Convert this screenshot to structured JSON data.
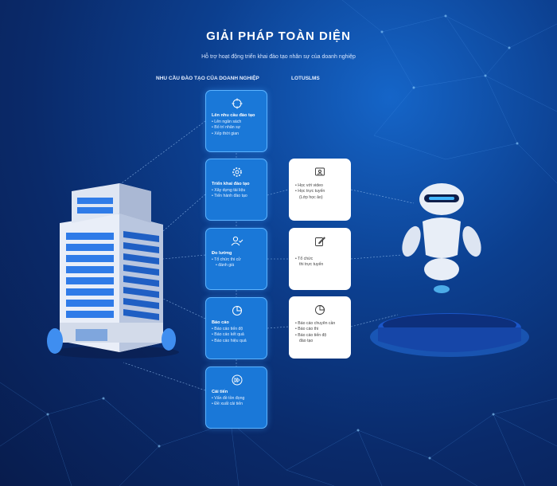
{
  "title": "GIẢI PHÁP TOÀN DIỆN",
  "subtitle": "Hỗ trợ hoạt động triển khai đào tạo nhân sự của doanh nghiệp",
  "columns": {
    "left": "NHU CẦU ĐÀO TẠO CỦA DOANH NGHIỆP",
    "right": "LOTUSLMS"
  },
  "steps": [
    {
      "icon": "target-icon",
      "title": "Lên nhu cầu đào tạo",
      "items": [
        "Lên ngân sách",
        "Bố trí nhân sự",
        "Xếp thời gian"
      ]
    },
    {
      "icon": "gear-icon",
      "title": "Triển khai đào tạo",
      "items": [
        "Xây dựng tài liệu",
        "Tiến hành đào tạo"
      ]
    },
    {
      "icon": "user-check-icon",
      "title": "Đo lường",
      "items": [
        "Tổ chức thi cử",
        "đánh giá"
      ]
    },
    {
      "icon": "pie-chart-icon",
      "title": "Báo cáo",
      "items": [
        "Báo cáo tiến độ",
        "Báo cáo kết quả",
        "Báo cáo hiệu quả"
      ]
    },
    {
      "icon": "fast-forward-icon",
      "title": "Cải tiến",
      "items": [
        "Vấn đề tồn đọng",
        "Đề xuất cải tiến"
      ]
    }
  ],
  "cards": [
    {
      "icon": "video-icon",
      "items": [
        [
          "Học với video"
        ],
        [
          "Học trực tuyến",
          "(Lớp học ảo)"
        ]
      ]
    },
    {
      "icon": "edit-icon",
      "items": [
        [
          "Tổ chức",
          "thi trực tuyến"
        ]
      ]
    },
    {
      "icon": "pie-chart-icon",
      "items": [
        [
          "Báo cáo chuyên cần"
        ],
        [
          "Báo cáo thi"
        ],
        [
          "Báo cáo tiến độ",
          "đào tạo"
        ]
      ]
    }
  ]
}
